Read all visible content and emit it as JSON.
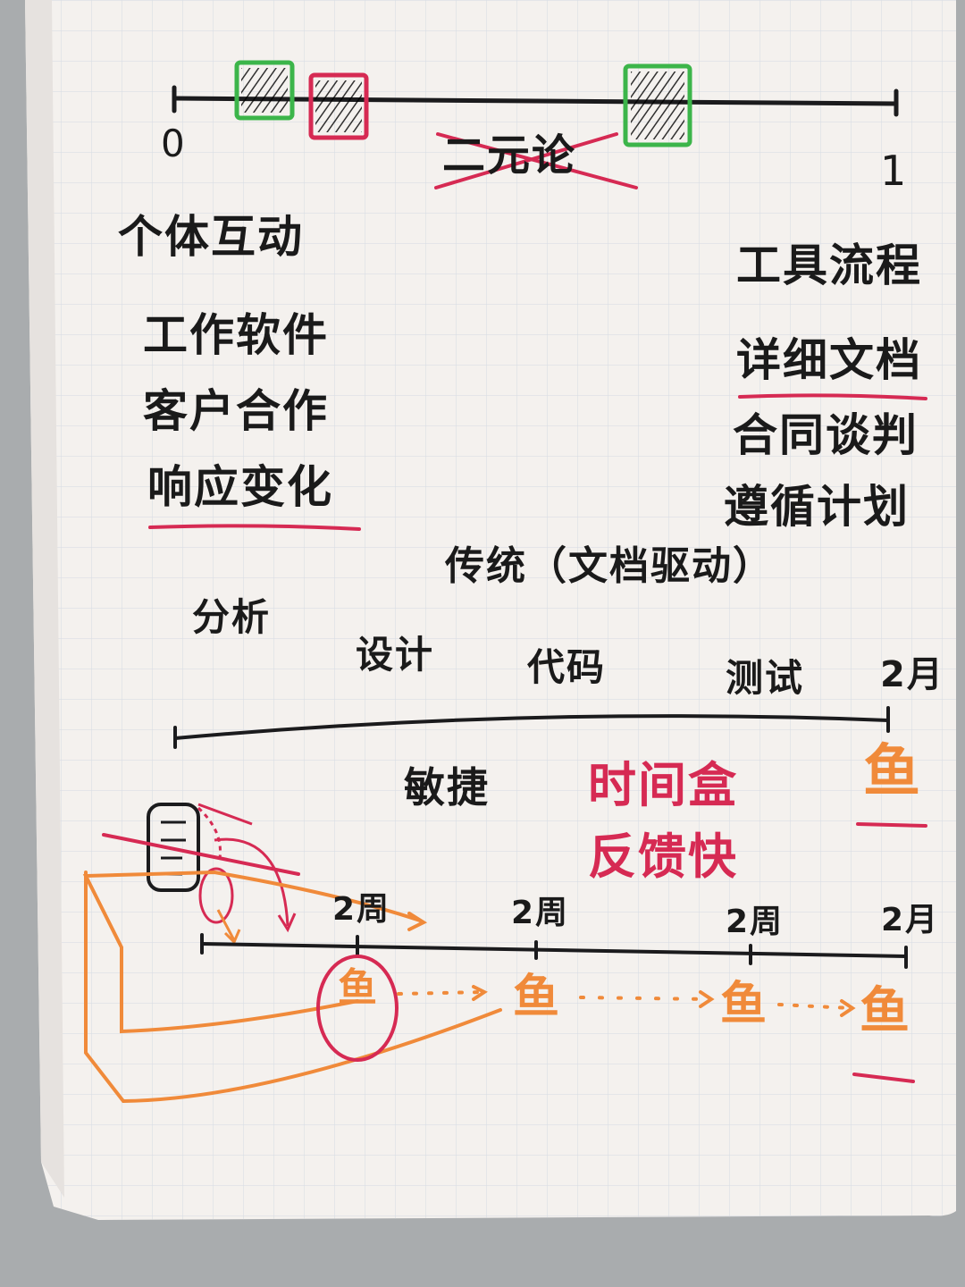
{
  "colors": {
    "ink": "#1b1b1d",
    "red": "#d62a53",
    "orange": "#f08a3a",
    "green": "#3cb54a",
    "paper": "#f4f1ee",
    "grid": "#d9dde4"
  },
  "top_scale": {
    "left_label": "0",
    "right_label": "1",
    "crossed_word": "二元论"
  },
  "left_values": [
    "个体互动",
    "工作软件",
    "客户合作",
    "响应变化"
  ],
  "right_values": [
    "工具流程",
    "详细文档",
    "合同谈判",
    "遵循计划"
  ],
  "traditional": {
    "title": "传统（文档驱动）",
    "phases": [
      "分析",
      "设计",
      "代码",
      "测试"
    ],
    "end_label": "2月",
    "deliverable": "鱼"
  },
  "agile": {
    "title": "敏捷",
    "timebox": "时间盒",
    "feedback": "反馈快",
    "iteration_labels": [
      "2周",
      "2周",
      "2周",
      "2月"
    ],
    "deliverables": [
      "鱼",
      "鱼",
      "鱼",
      "鱼"
    ]
  }
}
